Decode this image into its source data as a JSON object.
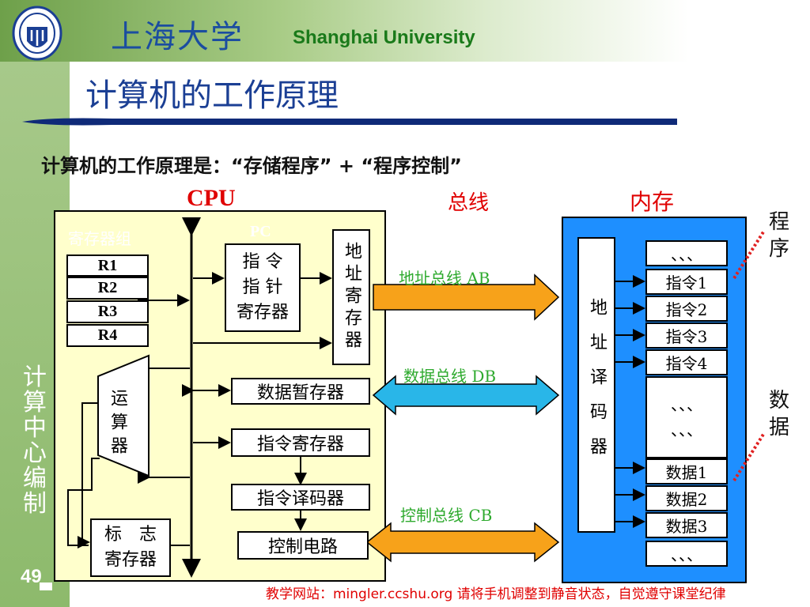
{
  "header": {
    "university_cn": "上海大学",
    "university_en": "Shanghai University",
    "slide_title": "计算机的工作原理"
  },
  "sidebar": {
    "vertical_text": "计算中心编制",
    "page_number": "49"
  },
  "principle": "计算机的工作原理是：“存储程序” + “程序控制”",
  "labels": {
    "cpu": "CPU",
    "bus": "总线",
    "memory": "内存",
    "program": "程序",
    "data": "数据"
  },
  "cpu": {
    "register_group": "寄存器组",
    "registers": [
      "R1",
      "R2",
      "R3",
      "R4"
    ],
    "pc": "PC",
    "instruction_pointer_register": [
      "指 令",
      "指 针",
      "寄存器"
    ],
    "address_register": "地址寄存器",
    "alu": "运算器",
    "data_buffer_register": "数据暂存器",
    "instruction_register": "指令寄存器",
    "instruction_decoder": "指令译码器",
    "control_circuit": "控制电路",
    "flag_register": [
      "标　志",
      "寄存器"
    ]
  },
  "buses": {
    "address": "地址总线 AB",
    "data": "数据总线 DB",
    "control": "控制总线 CB"
  },
  "memory": {
    "address_decoder": "地址译码器",
    "cells": [
      "、、、",
      "指令1",
      "指令2",
      "指令3",
      "指令4",
      "、、、\n、、、",
      "数据1",
      "数据2",
      "数据3",
      "、、、"
    ]
  },
  "footer": "教学网站：mingler.ccshu.org   请将手机调整到静音状态，自觉遵守课堂纪律",
  "colors": {
    "title_blue": "#1b3f94",
    "bus_orange": "#f7a21a",
    "bus_cyan": "#29b6e8",
    "cpu_fill": "#ffffcc",
    "memory_fill": "#1e8fff"
  }
}
